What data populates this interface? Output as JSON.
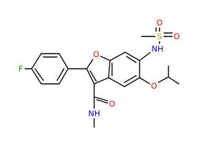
{
  "atoms": [
    {
      "id": "F",
      "text": "F",
      "color": "#00a000"
    },
    {
      "id": "O1",
      "text": "O",
      "color": "#ff0000"
    },
    {
      "id": "S",
      "text": "S",
      "color": "#b8a000"
    },
    {
      "id": "OS1",
      "text": "O",
      "color": "#ff0000"
    },
    {
      "id": "OS2",
      "text": "O",
      "color": "#ff0000"
    },
    {
      "id": "NH1",
      "text": "NH",
      "color": "#0000ff"
    },
    {
      "id": "O2",
      "text": "O",
      "color": "#ff0000"
    },
    {
      "id": "O3",
      "text": "O",
      "color": "#ff0000"
    },
    {
      "id": "NH2",
      "text": "NH",
      "color": "#0000ff"
    }
  ]
}
